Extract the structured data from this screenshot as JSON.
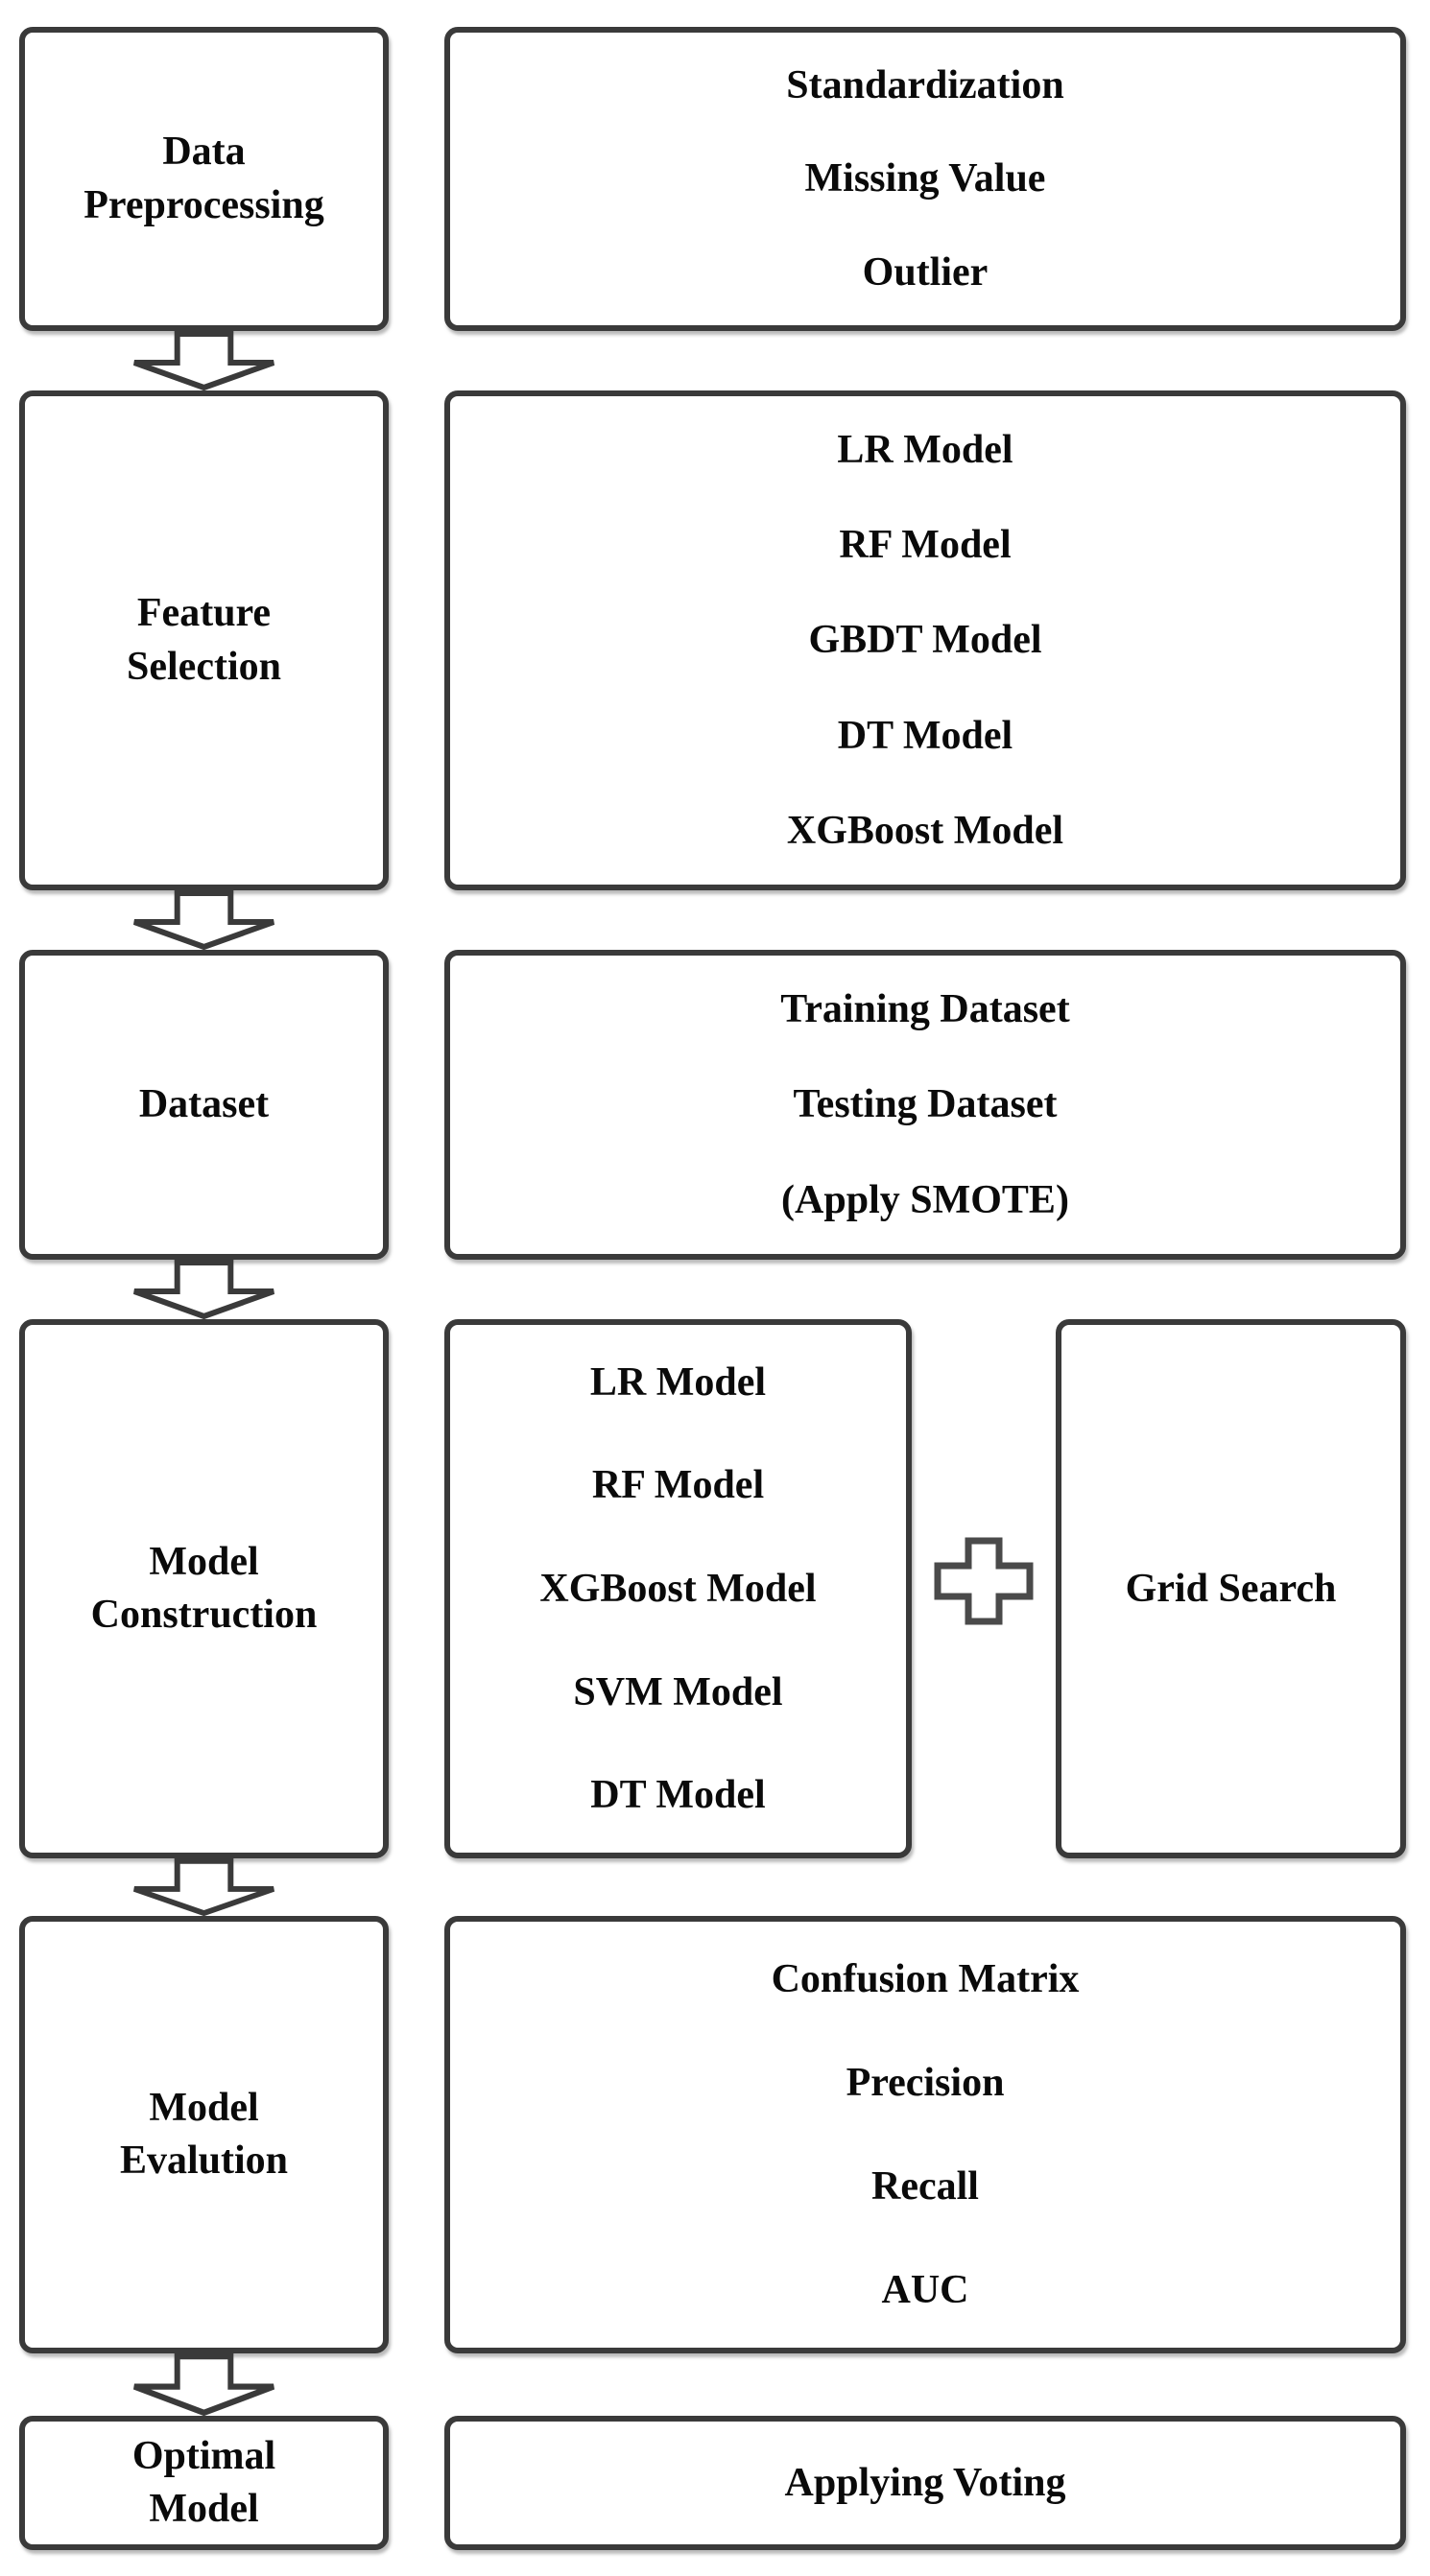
{
  "colors": {
    "border": "#3a3a3a",
    "text": "#000000",
    "background": "#ffffff"
  },
  "stages": [
    {
      "label_lines": [
        "Data",
        "Preprocessing"
      ],
      "items": [
        "Standardization",
        "Missing Value",
        "Outlier"
      ]
    },
    {
      "label_lines": [
        "Feature",
        "Selection"
      ],
      "items": [
        "LR Model",
        "RF Model",
        "GBDT Model",
        "DT Model",
        "XGBoost Model"
      ]
    },
    {
      "label_lines": [
        "Dataset"
      ],
      "items": [
        "Training Dataset",
        "Testing Dataset",
        "(Apply SMOTE)"
      ]
    },
    {
      "label_lines": [
        "Model",
        "Construction"
      ],
      "items": [
        "LR Model",
        "RF Model",
        "XGBoost Model",
        "SVM Model",
        "DT Model"
      ],
      "companion": {
        "connector": "plus-icon",
        "label": "Grid Search"
      }
    },
    {
      "label_lines": [
        "Model",
        "Evalution"
      ],
      "items": [
        "Confusion Matrix",
        "Precision",
        "Recall",
        "AUC"
      ]
    },
    {
      "label_lines": [
        "Optimal",
        "Model"
      ],
      "items": [
        "Applying Voting"
      ]
    }
  ]
}
